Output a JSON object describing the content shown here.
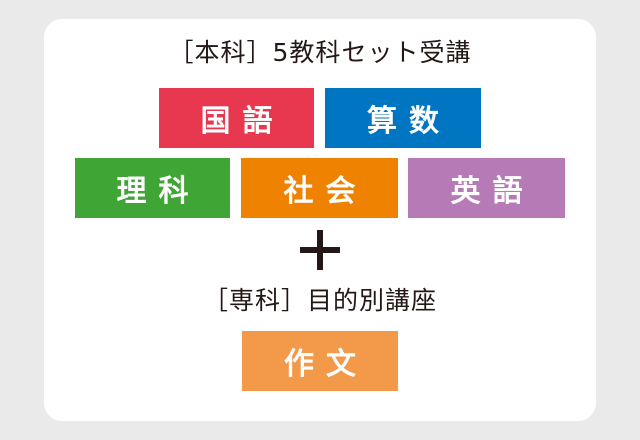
{
  "main_heading": "［本科］5教科セット受講",
  "sub_heading": "［専科］目的別講座",
  "main_subjects": [
    {
      "label": "国語",
      "color": "#e8384f"
    },
    {
      "label": "算数",
      "color": "#0075c2"
    },
    {
      "label": "理科",
      "color": "#3fa535"
    },
    {
      "label": "社会",
      "color": "#ef8200"
    },
    {
      "label": "英語",
      "color": "#b67ab6"
    }
  ],
  "special_subjects": [
    {
      "label": "作文",
      "color": "#f29a4a"
    }
  ],
  "plus_icon": "plus-icon"
}
